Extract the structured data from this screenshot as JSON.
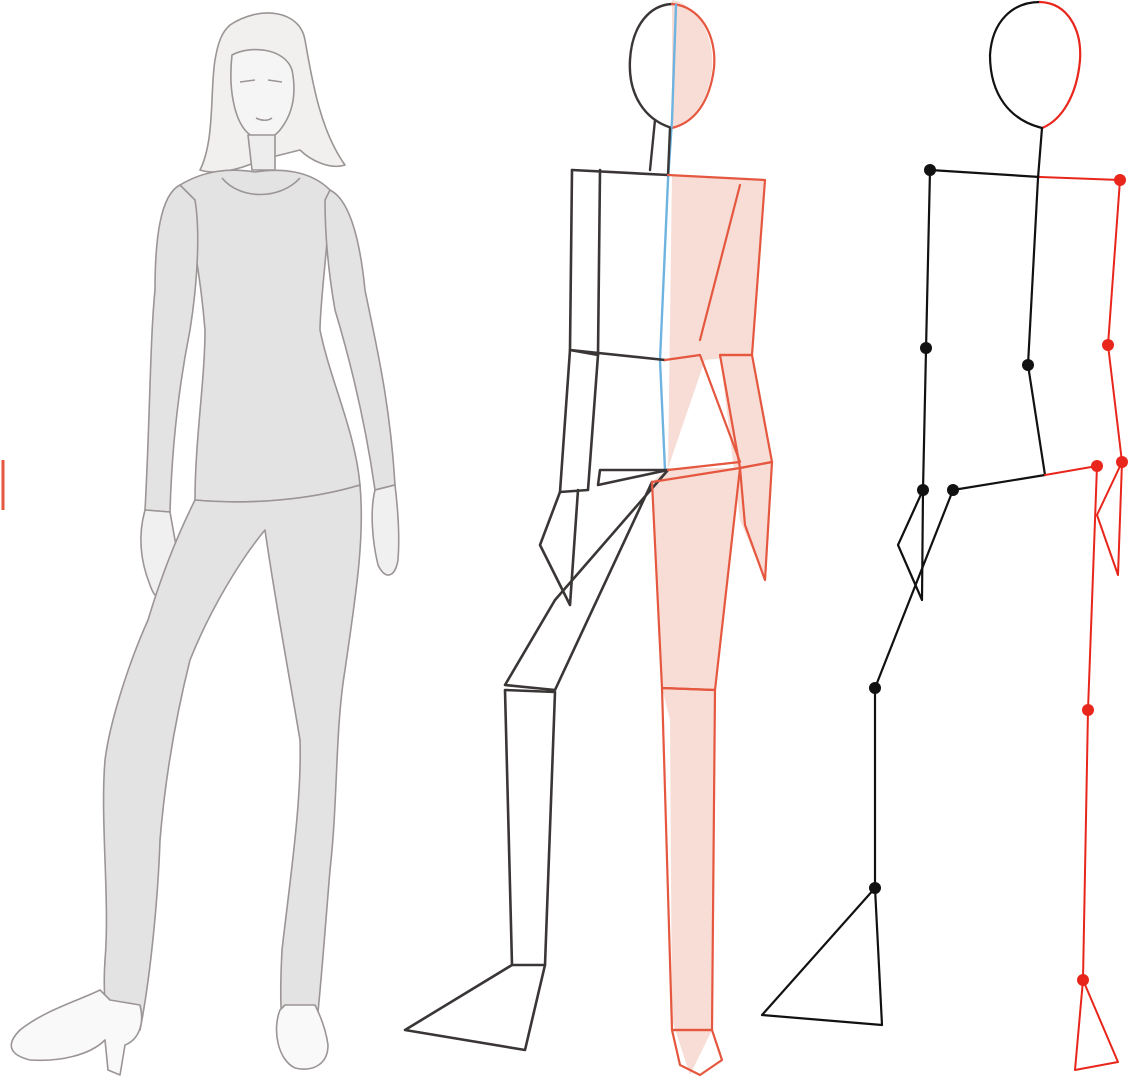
{
  "figures": [
    {
      "name": "fashion-model-illustration",
      "description_visible_text": ""
    },
    {
      "name": "block-mannequin-figure"
    },
    {
      "name": "stick-skeleton-figure"
    }
  ],
  "colors": {
    "background": "#ffffff",
    "skin_fill": "#e4e3e3",
    "outline_gray": "#9b9595",
    "left_side_dark": "#3a3636",
    "right_side_red": "#e5573f",
    "right_fill_pink": "#f7ddd6",
    "center_line_blue": "#6fb3e0",
    "skeleton_black": "#111111",
    "skeleton_red": "#e8261c"
  }
}
